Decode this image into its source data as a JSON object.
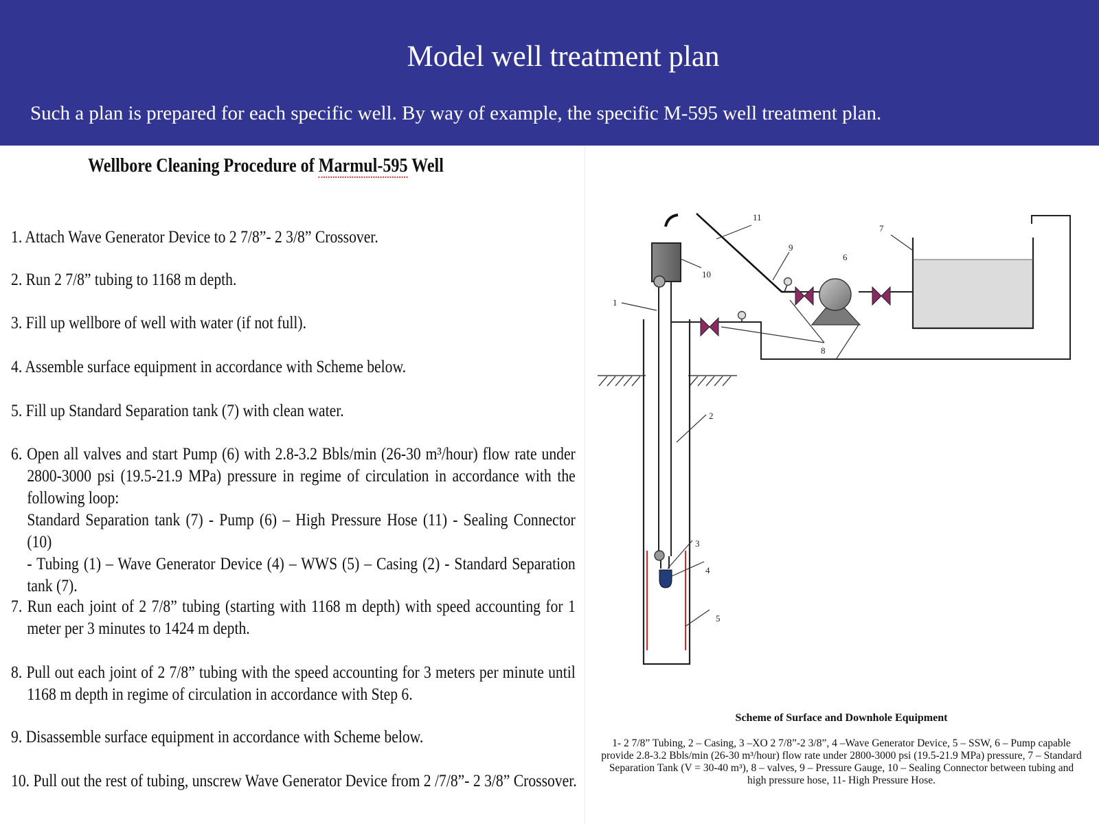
{
  "header": {
    "title": "Model well treatment plan",
    "subtitle": "Such a plan is prepared for each specific well. By way of example, the specific M-595 well treatment plan."
  },
  "document": {
    "title_prefix": "Wellbore Cleaning Procedure of ",
    "title_well": "Marmul-595",
    "title_suffix": " Well",
    "steps": [
      {
        "num": "1.",
        "lines": [
          "Attach Wave Generator Device to 2 7/8”- 2 3/8” Crossover."
        ]
      },
      {
        "num": "2.",
        "lines": [
          "Run 2 7/8” tubing to 1168 m depth."
        ]
      },
      {
        "num": "3.",
        "lines": [
          "Fill up wellbore of well with water (if not full)."
        ]
      },
      {
        "num": "4.",
        "lines": [
          " Assemble surface equipment in accordance with Scheme below."
        ]
      },
      {
        "num": "5.",
        "lines": [
          "Fill up Standard Separation tank (7) with clean water."
        ]
      },
      {
        "num": "6.",
        "lines": [
          "Open all valves and start Pump (6) with 2.8-3.2 Bbls/min (26-30 m³/hour) flow rate under",
          "2800-3000 psi (19.5-21.9 MPa) pressure in regime of circulation in accordance with the",
          "following loop:",
          " Standard Separation tank (7) - Pump (6) – High Pressure Hose (11) - Sealing Connector (10)",
          "- Tubing (1) – Wave Generator Device (4) – WWS (5) – Casing (2) - Standard Separation",
          "tank (7)."
        ]
      },
      {
        "num": "7.",
        "lines": [
          "Run each joint of 2 7/8” tubing (starting with 1168 m depth) with speed accounting for 1",
          "meter per 3 minutes to 1424 m depth."
        ]
      },
      {
        "num": "8.",
        "lines": [
          "Pull out each joint of 2 7/8” tubing with the speed accounting for 3 meters per minute until",
          "1168 m depth in regime of circulation in accordance with Step 6."
        ]
      },
      {
        "num": "9.",
        "lines": [
          "Disassemble surface equipment in accordance with Scheme below."
        ]
      },
      {
        "num": "10.",
        "lines": [
          "Pull out the rest of tubing, unscrew Wave Generator Device from 2 /7/8”- 2 3/8” Crossover."
        ]
      }
    ]
  },
  "scheme": {
    "labels": [
      "1",
      "2",
      "3",
      "4",
      "5",
      "6",
      "7",
      "8",
      "9",
      "10",
      "11"
    ],
    "caption_title": "Scheme of Surface and Downhole Equipment",
    "caption_text": "1- 2 7/8” Tubing, 2 – Casing, 3 –XO 2 7/8”-2 3/8”, 4 –Wave Generator Device, 5 – SSW, 6 – Pump capable provide 2.8-3.2 Bbls/min (26-30 m³/hour) flow rate under 2800-3000 psi (19.5-21.9 MPa) pressure, 7 – Standard Separation Tank (V = 30-40 m³), 8 – valves, 9 – Pressure Gauge, 10 – Sealing Connector between tubing and high pressure hose, 11- High Pressure Hose."
  }
}
